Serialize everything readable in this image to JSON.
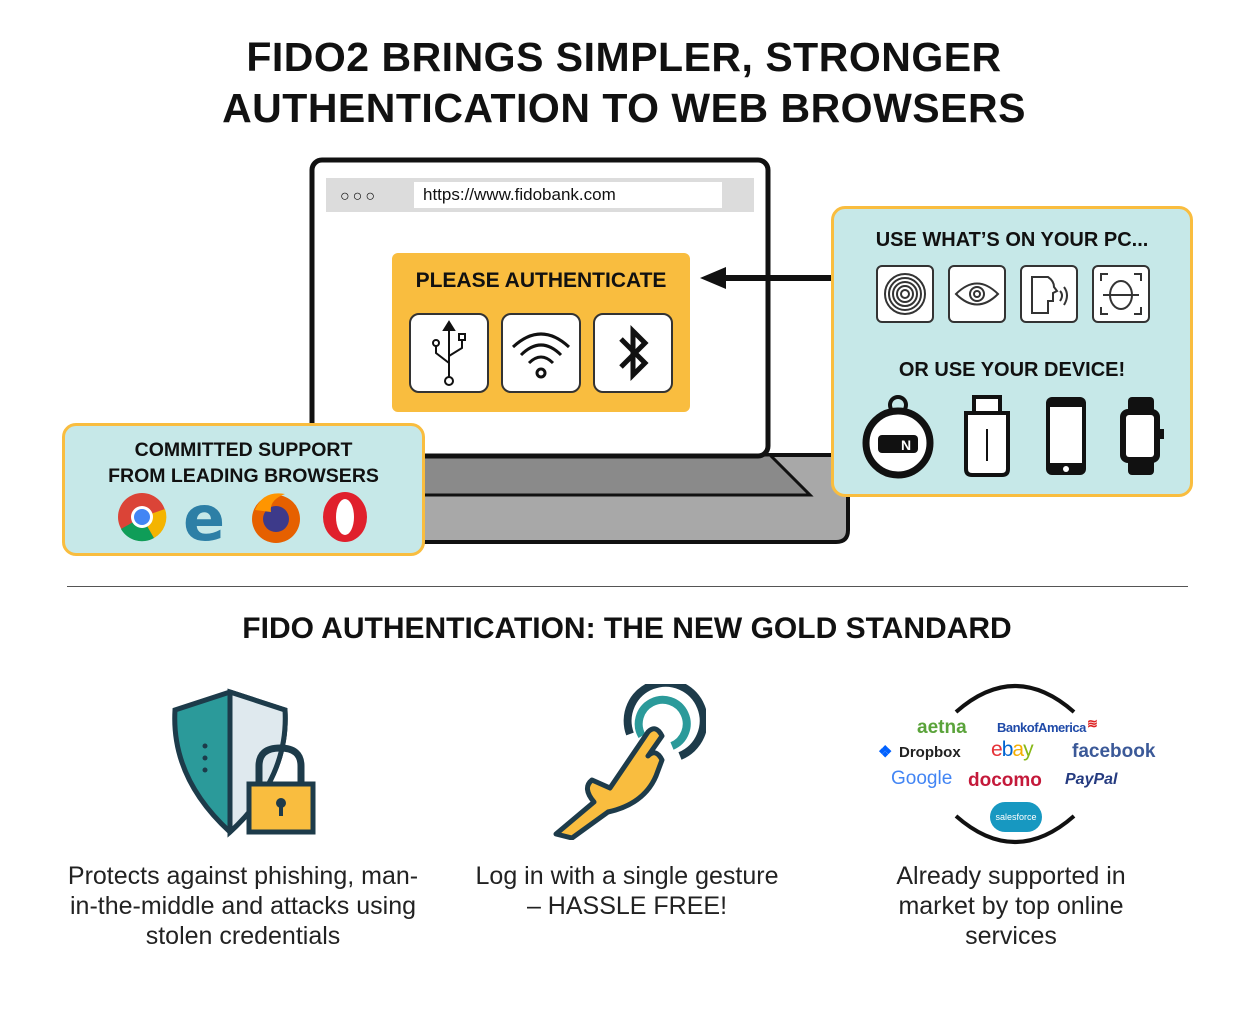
{
  "title": {
    "line1": "FIDO2 BRINGS SIMPLER, STRONGER",
    "line2": "AUTHENTICATION TO WEB BROWSERS"
  },
  "browser": {
    "url": "https://www.fidobank.com"
  },
  "auth_box": {
    "label": "PLEASE AUTHENTICATE",
    "options": [
      "usb-icon",
      "wifi-icon",
      "bluetooth-icon"
    ]
  },
  "pc_panel": {
    "heading": "USE WHAT’S ON YOUR PC...",
    "methods": [
      "fingerprint-icon",
      "eye-icon",
      "voice-icon",
      "face-icon"
    ],
    "device_heading": "OR USE YOUR DEVICE!",
    "devices": [
      "nfc-ble-key-icon",
      "usb-key-icon",
      "phone-icon",
      "watch-icon"
    ],
    "nfc_key_text": "N"
  },
  "browsers_panel": {
    "line1": "COMMITTED SUPPORT",
    "line2": "FROM LEADING BROWSERS",
    "browsers": [
      "chrome",
      "edge",
      "firefox",
      "opera"
    ]
  },
  "section_title": "FIDO AUTHENTICATION: THE NEW GOLD STANDARD",
  "columns": [
    {
      "icon": "shield-lock-icon",
      "text": "Protects against phishing, man-in-the-middle and attacks using stolen credentials"
    },
    {
      "icon": "tap-gesture-icon",
      "text": "Log in with a single gesture – HASSLE FREE!"
    },
    {
      "icon": "service-logos",
      "text": "Already supported in market by top online services"
    }
  ],
  "services": {
    "aetna": "aetna",
    "bofa": "BankofAmerica",
    "dropbox": "Dropbox",
    "ebay_e": "e",
    "ebay_b": "b",
    "ebay_a": "a",
    "ebay_y": "y",
    "facebook": "facebook",
    "google": "Google",
    "docomo": "docomo",
    "paypal": "PayPal",
    "salesforce": "salesforce"
  },
  "colors": {
    "orange": "#f9bd3f",
    "panel": "#c6e8e8",
    "teal": "#2b9a9a"
  }
}
